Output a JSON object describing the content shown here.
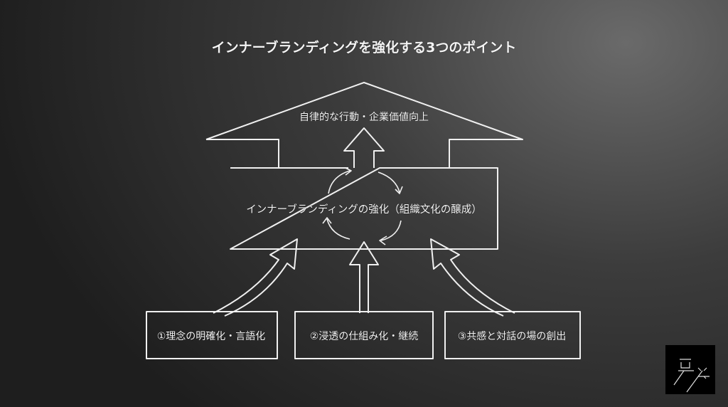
{
  "title": "インナーブランディングを強化する3つのポイント",
  "roof_label": "自律的な行動・企業価値向上",
  "core_label": "インナーブランディングの強化（組織文化の醸成）",
  "pillars": [
    {
      "label": "①理念の明確化・言語化"
    },
    {
      "label": "②浸透の仕組み化・継続"
    },
    {
      "label": "③共感と対話の場の創出"
    }
  ],
  "colors": {
    "line": "#f2f2f2",
    "logo_bg": "#000000"
  }
}
